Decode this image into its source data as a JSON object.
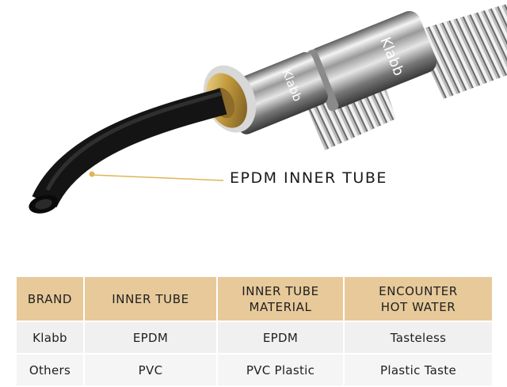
{
  "photo": {
    "brand_marks": [
      "Klabb",
      "Klabb"
    ],
    "callout": "EPDM INNER TUBE"
  },
  "table": {
    "headers": [
      "BRAND",
      "INNER TUBE",
      "INNER TUBE\nMATERIAL",
      "ENCOUNTER\nHOT WATER"
    ],
    "rows": [
      [
        "Klabb",
        "EPDM",
        "EPDM",
        "Tasteless"
      ],
      [
        "Others",
        "PVC",
        "PVC Plastic",
        "Plastic Taste"
      ]
    ]
  },
  "colors": {
    "header_bg": "#e7c99a",
    "row_bg": "#f0f0f0",
    "brass": "#c9a24a",
    "chrome": "#c8c8c8",
    "tube": "#151515"
  }
}
